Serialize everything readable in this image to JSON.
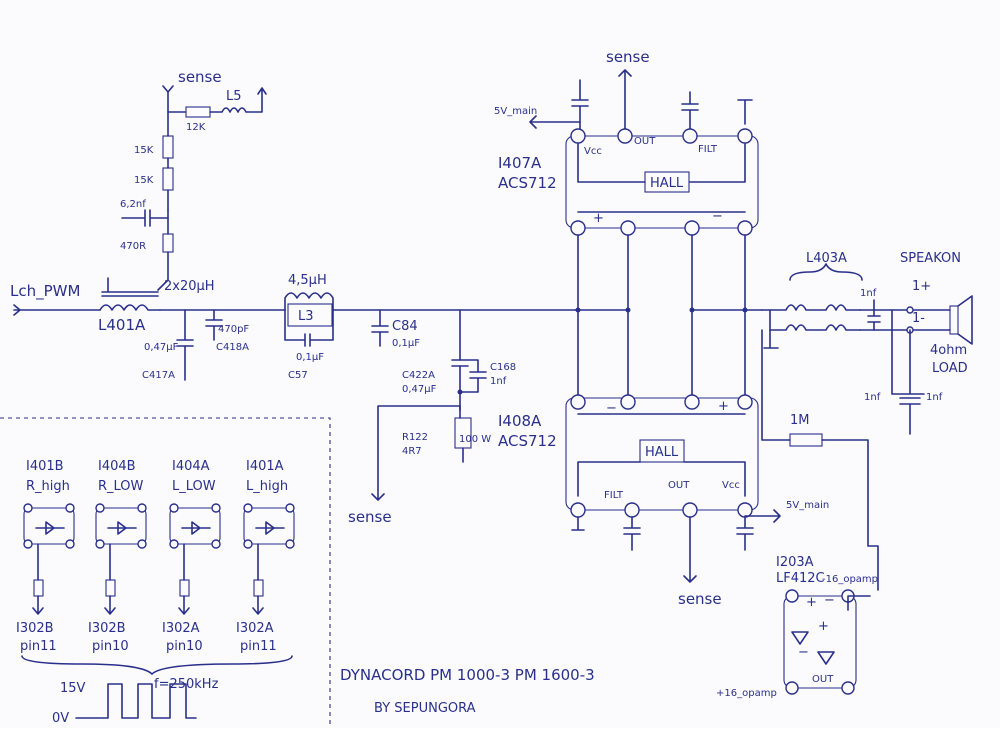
{
  "colors": {
    "ink": "#2a2f8a",
    "paper": "#fbfbfd"
  },
  "labels": {
    "sense_top_left": "sense",
    "sense_top_mid": "sense",
    "sense_mid": "sense",
    "sense_bottom": "sense",
    "l5": "L5",
    "r12k": "12K",
    "r15k_a": "15K",
    "r15k_b": "15K",
    "c6n2": "6,2nf",
    "r470": "470R",
    "lch_pwm": "Lch_PWM",
    "l401a_value": "2x20μH",
    "l401a": "L401A",
    "c417a_value": "0,47μF",
    "c417a": "C417A",
    "c418a_value": "470pF",
    "c418a": "C418A",
    "l3_value": "4,5μH",
    "l3": "L3",
    "c57_value": "0,1μF",
    "c57": "C57",
    "c84": "C84",
    "c84_value": "0,1μF",
    "c422a": "C422A",
    "c422a_value": "0,47μF",
    "c168": "C168",
    "c168_value": "1nf",
    "r122": "R122",
    "r122_value": "4R7",
    "r122_body": "100 W",
    "i407a": "I407A",
    "i407a_part": "ACS712",
    "i408a": "I408A",
    "i408a_part": "ACS712",
    "hall": "HALL",
    "vcc": "Vcc",
    "out": "OUT",
    "filt": "FILT",
    "five_v_main_top": "5V_main",
    "five_v_main_bottom": "5V_main",
    "l403a": "L403A",
    "speakon": "SPEAKON",
    "one_plus": "1+",
    "one_minus": "1-",
    "load_line1": "4ohm",
    "load_line2": "LOAD",
    "c1nf_a": "1nf",
    "c1nf_b": "1nf",
    "c1nf_c": "1nf",
    "r1m": "1M",
    "i203a": "I203A",
    "i203a_part": "LF412C",
    "i203a_supply": "-16_opamp",
    "plus16": "+16_opamp",
    "opto": [
      {
        "id": "I401B",
        "name": "R_high",
        "target": "I302B",
        "pin": "pin11"
      },
      {
        "id": "I404B",
        "name": "R_LOW",
        "target": "I302B",
        "pin": "pin10"
      },
      {
        "id": "I404A",
        "name": "L_LOW",
        "target": "I302A",
        "pin": "pin10"
      },
      {
        "id": "I401A",
        "name": "L_high",
        "target": "I302A",
        "pin": "pin11"
      }
    ],
    "v15": "15V",
    "v0": "0V",
    "freq": "f=250kHz",
    "title": "DYNACORD PM 1000-3 PM 1600-3",
    "author": "BY SEPUNGORA"
  }
}
